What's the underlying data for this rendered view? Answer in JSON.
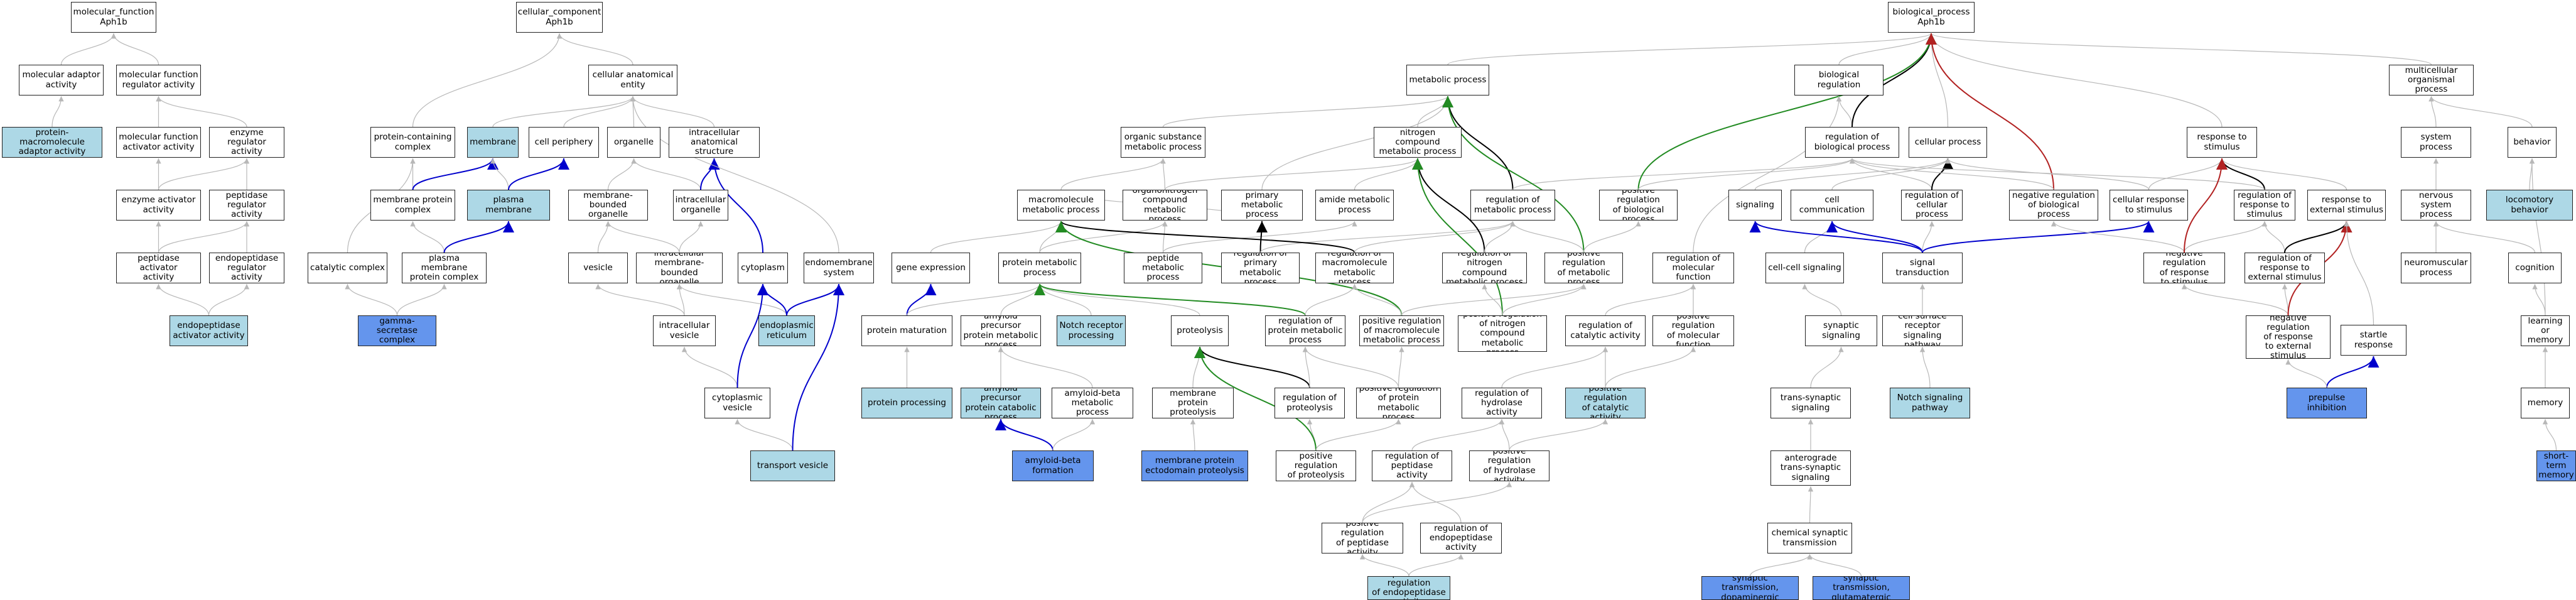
{
  "colors": {
    "light": "#add8e6",
    "dark": "#6495ed",
    "edge": "#b8b8b8",
    "black": "#000000",
    "blue": "#0000cc",
    "green": "#228b22",
    "red": "#b22222"
  },
  "nodes": {
    "mf": {
      "label": "molecular_function\nAph1b",
      "fill": "white"
    },
    "mad": {
      "label": "molecular adaptor\nactivity",
      "fill": "white"
    },
    "mfra": {
      "label": "molecular function\nregulator activity",
      "fill": "white"
    },
    "pmaa": {
      "label": "protein-macromolecule\nadaptor activity",
      "fill": "light"
    },
    "mfaa": {
      "label": "molecular function\nactivator activity",
      "fill": "white"
    },
    "era": {
      "label": "enzyme regulator\nactivity",
      "fill": "white"
    },
    "eaa": {
      "label": "enzyme activator\nactivity",
      "fill": "white"
    },
    "pra": {
      "label": "peptidase regulator\nactivity",
      "fill": "white"
    },
    "paa": {
      "label": "peptidase activator\nactivity",
      "fill": "white"
    },
    "epra": {
      "label": "endopeptidase\nregulator activity",
      "fill": "white"
    },
    "epaa": {
      "label": "endopeptidase\nactivator activity",
      "fill": "light"
    },
    "cc": {
      "label": "cellular_component\nAph1b",
      "fill": "white"
    },
    "cae": {
      "label": "cellular anatomical\nentity",
      "fill": "white"
    },
    "pcc": {
      "label": "protein-containing\ncomplex",
      "fill": "white"
    },
    "mem": {
      "label": "membrane",
      "fill": "light"
    },
    "cper": {
      "label": "cell periphery",
      "fill": "white"
    },
    "org": {
      "label": "organelle",
      "fill": "white"
    },
    "ias": {
      "label": "intracellular\nanatomical structure",
      "fill": "white"
    },
    "mpc": {
      "label": "membrane protein\ncomplex",
      "fill": "white"
    },
    "pm": {
      "label": "plasma membrane",
      "fill": "light"
    },
    "mbo": {
      "label": "membrane-bounded\norganelle",
      "fill": "white"
    },
    "io": {
      "label": "intracellular\norganelle",
      "fill": "white"
    },
    "catc": {
      "label": "catalytic complex",
      "fill": "white"
    },
    "pmpc": {
      "label": "plasma membrane\nprotein complex",
      "fill": "white"
    },
    "ves": {
      "label": "vesicle",
      "fill": "white"
    },
    "imbo": {
      "label": "intracellular\nmembrane-bounded\norganelle",
      "fill": "white"
    },
    "cyto": {
      "label": "cytoplasm",
      "fill": "white"
    },
    "endo": {
      "label": "endomembrane\nsystem",
      "fill": "white"
    },
    "gsc": {
      "label": "gamma-secretase\ncomplex",
      "fill": "dark"
    },
    "iv": {
      "label": "intracellular\nvesicle",
      "fill": "white"
    },
    "er": {
      "label": "endoplasmic\nreticulum",
      "fill": "light"
    },
    "cv": {
      "label": "cytoplasmic\nvesicle",
      "fill": "white"
    },
    "tv": {
      "label": "transport vesicle",
      "fill": "light"
    },
    "bp": {
      "label": "biological_process\nAph1b",
      "fill": "white"
    },
    "metp": {
      "label": "metabolic process",
      "fill": "white"
    },
    "breg": {
      "label": "biological regulation",
      "fill": "white"
    },
    "mop": {
      "label": "multicellular\norganismal process",
      "fill": "white"
    },
    "osmp": {
      "label": "organic substance\nmetabolic process",
      "fill": "white"
    },
    "ncmp": {
      "label": "nitrogen compound\nmetabolic process",
      "fill": "white"
    },
    "robp": {
      "label": "regulation of\nbiological process",
      "fill": "white"
    },
    "cp": {
      "label": "cellular process",
      "fill": "white"
    },
    "rts": {
      "label": "response to\nstimulus",
      "fill": "white"
    },
    "sysp": {
      "label": "system process",
      "fill": "white"
    },
    "beh": {
      "label": "behavior",
      "fill": "white"
    },
    "mmp": {
      "label": "macromolecule\nmetabolic process",
      "fill": "white"
    },
    "oncmp": {
      "label": "organonitrogen\ncompound metabolic\nprocess",
      "fill": "white"
    },
    "pmetp": {
      "label": "primary metabolic\nprocess",
      "fill": "white"
    },
    "amp": {
      "label": "amide metabolic\nprocess",
      "fill": "white"
    },
    "romp": {
      "label": "regulation of\nmetabolic process",
      "fill": "white"
    },
    "prbp": {
      "label": "positive regulation\nof biological\nprocess",
      "fill": "white"
    },
    "sig": {
      "label": "signaling",
      "fill": "white"
    },
    "ccom": {
      "label": "cell communication",
      "fill": "white"
    },
    "rocp": {
      "label": "regulation of\ncellular process",
      "fill": "white"
    },
    "nrbp": {
      "label": "negative regulation\nof biological\nprocess",
      "fill": "white"
    },
    "crts": {
      "label": "cellular response\nto stimulus",
      "fill": "white"
    },
    "rrts": {
      "label": "regulation of\nresponse to\nstimulus",
      "fill": "white"
    },
    "rtes": {
      "label": "response to\nexternal stimulus",
      "fill": "white"
    },
    "nsp": {
      "label": "nervous system\nprocess",
      "fill": "white"
    },
    "locb": {
      "label": "locomotory behavior",
      "fill": "light"
    },
    "ge": {
      "label": "gene expression",
      "fill": "white"
    },
    "protmp": {
      "label": "protein metabolic\nprocess",
      "fill": "white"
    },
    "pepmp": {
      "label": "peptide metabolic\nprocess",
      "fill": "white"
    },
    "ropmp": {
      "label": "regulation of\nprimary metabolic\nprocess",
      "fill": "white"
    },
    "romacmp": {
      "label": "regulation of\nmacromolecule\nmetabolic process",
      "fill": "white"
    },
    "roncmp": {
      "label": "regulation of\nnitrogen compound\nmetabolic process",
      "fill": "white"
    },
    "prmp": {
      "label": "positive regulation\nof metabolic\nprocess",
      "fill": "white"
    },
    "romf": {
      "label": "regulation of\nmolecular function",
      "fill": "white"
    },
    "ccs": {
      "label": "cell-cell signaling",
      "fill": "white"
    },
    "st": {
      "label": "signal transduction",
      "fill": "white"
    },
    "nrrts": {
      "label": "negative regulation\nof response\nto stimulus",
      "fill": "white"
    },
    "rrtes": {
      "label": "regulation of\nresponse to\nexternal stimulus",
      "fill": "white"
    },
    "nmp": {
      "label": "neuromuscular\nprocess",
      "fill": "white"
    },
    "cog": {
      "label": "cognition",
      "fill": "white"
    },
    "pmat": {
      "label": "protein maturation",
      "fill": "white"
    },
    "appcp": {
      "label": "amyloid precursor\nprotein metabolic\nprocess",
      "fill": "white"
    },
    "nrp": {
      "label": "Notch receptor\nprocessing",
      "fill": "light"
    },
    "prot": {
      "label": "proteolysis",
      "fill": "white"
    },
    "ropmp2": {
      "label": "regulation of\nprotein metabolic\nprocess",
      "fill": "white"
    },
    "prmacmp": {
      "label": "positive regulation\nof macromolecule\nmetabolic process",
      "fill": "white"
    },
    "prncmp": {
      "label": "positive regulation\nof nitrogen\ncompound metabolic\nprocess",
      "fill": "white"
    },
    "prmf": {
      "label": "positive regulation\nof molecular\nfunction",
      "fill": "white"
    },
    "ss": {
      "label": "synaptic signaling",
      "fill": "white"
    },
    "csrsp": {
      "label": "cell surface\nreceptor signaling\npathway",
      "fill": "white"
    },
    "nrrtes": {
      "label": "negative regulation\nof response\nto external\nstimulus",
      "fill": "white"
    },
    "sr": {
      "label": "startle response",
      "fill": "white"
    },
    "lom": {
      "label": "learning or\nmemory",
      "fill": "white"
    },
    "pp": {
      "label": "protein processing",
      "fill": "light"
    },
    "appccp": {
      "label": "amyloid precursor\nprotein catabolic\nprocess",
      "fill": "light"
    },
    "abmp": {
      "label": "amyloid-beta\nmetabolic process",
      "fill": "white"
    },
    "mpp": {
      "label": "membrane protein\nproteolysis",
      "fill": "white"
    },
    "rop": {
      "label": "regulation of\nproteolysis",
      "fill": "white"
    },
    "prpmp": {
      "label": "positive regulation\nof protein metabolic\nprocess",
      "fill": "white"
    },
    "rohda": {
      "label": "regulation of\nhydrolase activity",
      "fill": "white"
    },
    "rocata": {
      "label": "regulation of\ncatalytic activity",
      "fill": "white"
    },
    "prca": {
      "label": "positive regulation\nof catalytic\nactivity",
      "fill": "light"
    },
    "tss": {
      "label": "trans-synaptic\nsignaling",
      "fill": "white"
    },
    "nsp2": {
      "label": "Notch signaling\npathway",
      "fill": "light"
    },
    "ppi": {
      "label": "prepulse inhibition",
      "fill": "dark"
    },
    "memo": {
      "label": "memory",
      "fill": "white"
    },
    "abf": {
      "label": "amyloid-beta\nformation",
      "fill": "dark"
    },
    "mpep": {
      "label": "membrane protein\nectodomain proteolysis",
      "fill": "dark"
    },
    "prprot": {
      "label": "positive regulation\nof proteolysis",
      "fill": "white"
    },
    "ropa": {
      "label": "regulation of\npeptidase activity",
      "fill": "white"
    },
    "prha": {
      "label": "positive regulation\nof hydrolase\nactivity",
      "fill": "white"
    },
    "atss": {
      "label": "anterograde\ntrans-synaptic\nsignaling",
      "fill": "white"
    },
    "stm": {
      "label": "short-term memory",
      "fill": "dark"
    },
    "prpa": {
      "label": "positive regulation\nof peptidase\nactivity",
      "fill": "white"
    },
    "roea": {
      "label": "regulation of\nendopeptidase\nactivity",
      "fill": "white"
    },
    "chst": {
      "label": "chemical synaptic\ntransmission",
      "fill": "white"
    },
    "prea": {
      "label": "positive regulation\nof endopeptidase\nactivity",
      "fill": "light"
    },
    "stdop": {
      "label": "synaptic transmission,\ndopaminergic",
      "fill": "dark"
    },
    "stglu": {
      "label": "synaptic transmission,\nglutamatergic",
      "fill": "dark"
    }
  },
  "edges": [
    [
      "mad",
      "mf",
      "g"
    ],
    [
      "mfra",
      "mf",
      "g"
    ],
    [
      "pmaa",
      "mad",
      "g"
    ],
    [
      "mfaa",
      "mfra",
      "g"
    ],
    [
      "era",
      "mfra",
      "g"
    ],
    [
      "eaa",
      "mfaa",
      "g"
    ],
    [
      "eaa",
      "era",
      "g"
    ],
    [
      "pra",
      "era",
      "g"
    ],
    [
      "paa",
      "eaa",
      "g"
    ],
    [
      "paa",
      "pra",
      "g"
    ],
    [
      "epra",
      "pra",
      "g"
    ],
    [
      "epaa",
      "paa",
      "g"
    ],
    [
      "epaa",
      "epra",
      "g"
    ],
    [
      "cae",
      "cc",
      "g"
    ],
    [
      "pcc",
      "cc",
      "g"
    ],
    [
      "mem",
      "cae",
      "g"
    ],
    [
      "cper",
      "cae",
      "g"
    ],
    [
      "org",
      "cae",
      "g"
    ],
    [
      "ias",
      "cae",
      "g"
    ],
    [
      "mpc",
      "pcc",
      "g"
    ],
    [
      "mpc",
      "mem",
      "b"
    ],
    [
      "pm",
      "mem",
      "g"
    ],
    [
      "pm",
      "cper",
      "b"
    ],
    [
      "mbo",
      "org",
      "g"
    ],
    [
      "io",
      "org",
      "g"
    ],
    [
      "io",
      "ias",
      "b"
    ],
    [
      "catc",
      "pcc",
      "g"
    ],
    [
      "pmpc",
      "mpc",
      "g"
    ],
    [
      "pmpc",
      "pm",
      "b"
    ],
    [
      "ves",
      "mbo",
      "g"
    ],
    [
      "imbo",
      "mbo",
      "g"
    ],
    [
      "imbo",
      "io",
      "g"
    ],
    [
      "cyto",
      "ias",
      "b"
    ],
    [
      "endo",
      "cae",
      "g"
    ],
    [
      "gsc",
      "catc",
      "g"
    ],
    [
      "gsc",
      "pmpc",
      "g"
    ],
    [
      "iv",
      "ves",
      "g"
    ],
    [
      "iv",
      "imbo",
      "g"
    ],
    [
      "er",
      "imbo",
      "g"
    ],
    [
      "er",
      "cyto",
      "b"
    ],
    [
      "er",
      "endo",
      "b"
    ],
    [
      "cv",
      "iv",
      "g"
    ],
    [
      "cv",
      "cyto",
      "b"
    ],
    [
      "tv",
      "cv",
      "g"
    ],
    [
      "tv",
      "endo",
      "b"
    ],
    [
      "metp",
      "bp",
      "g"
    ],
    [
      "breg",
      "bp",
      "g"
    ],
    [
      "mop",
      "bp",
      "g"
    ],
    [
      "osmp",
      "metp",
      "g"
    ],
    [
      "ncmp",
      "metp",
      "g"
    ],
    [
      "robp",
      "breg",
      "g"
    ],
    [
      "robp",
      "bp",
      "k"
    ],
    [
      "cp",
      "bp",
      "g"
    ],
    [
      "rts",
      "bp",
      "g"
    ],
    [
      "sysp",
      "mop",
      "g"
    ],
    [
      "beh",
      "mop",
      "g"
    ],
    [
      "mmp",
      "osmp",
      "g"
    ],
    [
      "mmp",
      "pmetp",
      "g"
    ],
    [
      "oncmp",
      "osmp",
      "g"
    ],
    [
      "oncmp",
      "ncmp",
      "g"
    ],
    [
      "pmetp",
      "metp",
      "g"
    ],
    [
      "amp",
      "ncmp",
      "g"
    ],
    [
      "romp",
      "metp",
      "k"
    ],
    [
      "romp",
      "robp",
      "g"
    ],
    [
      "prbp",
      "bp",
      "n"
    ],
    [
      "prbp",
      "robp",
      "g"
    ],
    [
      "sig",
      "cp",
      "g"
    ],
    [
      "ccom",
      "cp",
      "g"
    ],
    [
      "rocp",
      "robp",
      "g"
    ],
    [
      "rocp",
      "cp",
      "k"
    ],
    [
      "nrbp",
      "bp",
      "r"
    ],
    [
      "nrbp",
      "robp",
      "g"
    ],
    [
      "crts",
      "rts",
      "g"
    ],
    [
      "crts",
      "cp",
      "g"
    ],
    [
      "rrts",
      "rts",
      "k"
    ],
    [
      "rrts",
      "robp",
      "g"
    ],
    [
      "rtes",
      "rts",
      "g"
    ],
    [
      "nsp",
      "sysp",
      "g"
    ],
    [
      "locb",
      "beh",
      "g"
    ],
    [
      "ge",
      "mmp",
      "g"
    ],
    [
      "protmp",
      "mmp",
      "g"
    ],
    [
      "protmp",
      "oncmp",
      "g"
    ],
    [
      "pepmp",
      "amp",
      "g"
    ],
    [
      "pepmp",
      "oncmp",
      "g"
    ],
    [
      "ropmp",
      "pmetp",
      "k"
    ],
    [
      "ropmp",
      "romp",
      "g"
    ],
    [
      "romacmp",
      "mmp",
      "k"
    ],
    [
      "romacmp",
      "romp",
      "g"
    ],
    [
      "roncmp",
      "ncmp",
      "k"
    ],
    [
      "roncmp",
      "romp",
      "g"
    ],
    [
      "prmp",
      "metp",
      "n"
    ],
    [
      "prmp",
      "prbp",
      "g"
    ],
    [
      "prmp",
      "romp",
      "g"
    ],
    [
      "romf",
      "breg",
      "g"
    ],
    [
      "ccs",
      "ccom",
      "g"
    ],
    [
      "st",
      "sig",
      "b"
    ],
    [
      "st",
      "ccom",
      "b"
    ],
    [
      "st",
      "rocp",
      "g"
    ],
    [
      "st",
      "crts",
      "b"
    ],
    [
      "nrrts",
      "rrts",
      "g"
    ],
    [
      "nrrts",
      "nrbp",
      "g"
    ],
    [
      "nrrts",
      "rts",
      "r"
    ],
    [
      "rrtes",
      "rrts",
      "g"
    ],
    [
      "rrtes",
      "rtes",
      "k"
    ],
    [
      "nmp",
      "nsp",
      "g"
    ],
    [
      "cog",
      "nsp",
      "g"
    ],
    [
      "pmat",
      "ge",
      "b"
    ],
    [
      "pmat",
      "protmp",
      "g"
    ],
    [
      "appcp",
      "protmp",
      "g"
    ],
    [
      "nrp",
      "protmp",
      "g"
    ],
    [
      "prot",
      "protmp",
      "g"
    ],
    [
      "ropmp2",
      "protmp",
      "n"
    ],
    [
      "ropmp2",
      "romacmp",
      "g"
    ],
    [
      "prmacmp",
      "mmp",
      "n"
    ],
    [
      "prmacmp",
      "prmp",
      "g"
    ],
    [
      "prmacmp",
      "romacmp",
      "g"
    ],
    [
      "prncmp",
      "ncmp",
      "n"
    ],
    [
      "prncmp",
      "prmp",
      "g"
    ],
    [
      "prncmp",
      "roncmp",
      "g"
    ],
    [
      "prmf",
      "romf",
      "g"
    ],
    [
      "ss",
      "ccs",
      "g"
    ],
    [
      "csrsp",
      "st",
      "g"
    ],
    [
      "nrrtes",
      "nrrts",
      "g"
    ],
    [
      "nrrtes",
      "rrtes",
      "g"
    ],
    [
      "nrrtes",
      "rtes",
      "r"
    ],
    [
      "sr",
      "rtes",
      "g"
    ],
    [
      "lom",
      "cog",
      "g"
    ],
    [
      "lom",
      "beh",
      "g"
    ],
    [
      "pp",
      "pmat",
      "g"
    ],
    [
      "appccp",
      "appcp",
      "g"
    ],
    [
      "abmp",
      "appcp",
      "g"
    ],
    [
      "mpp",
      "prot",
      "g"
    ],
    [
      "rop",
      "prot",
      "k"
    ],
    [
      "rop",
      "ropmp2",
      "g"
    ],
    [
      "prpmp",
      "ropmp2",
      "g"
    ],
    [
      "prpmp",
      "prmacmp",
      "g"
    ],
    [
      "rohda",
      "rocata",
      "g"
    ],
    [
      "rocata",
      "romf",
      "g"
    ],
    [
      "prca",
      "rocata",
      "g"
    ],
    [
      "prca",
      "prmf",
      "g"
    ],
    [
      "tss",
      "ss",
      "g"
    ],
    [
      "nsp2",
      "csrsp",
      "g"
    ],
    [
      "ppi",
      "sr",
      "b"
    ],
    [
      "ppi",
      "nrrtes",
      "g"
    ],
    [
      "memo",
      "lom",
      "g"
    ],
    [
      "abf",
      "appccp",
      "b"
    ],
    [
      "abf",
      "abmp",
      "g"
    ],
    [
      "mpep",
      "mpp",
      "g"
    ],
    [
      "prprot",
      "rop",
      "g"
    ],
    [
      "prprot",
      "prot",
      "n"
    ],
    [
      "prprot",
      "prpmp",
      "g"
    ],
    [
      "ropa",
      "rohda",
      "g"
    ],
    [
      "prha",
      "rohda",
      "g"
    ],
    [
      "prha",
      "prca",
      "g"
    ],
    [
      "atss",
      "tss",
      "g"
    ],
    [
      "stm",
      "memo",
      "g"
    ],
    [
      "prpa",
      "ropa",
      "g"
    ],
    [
      "prpa",
      "prha",
      "g"
    ],
    [
      "roea",
      "ropa",
      "g"
    ],
    [
      "chst",
      "atss",
      "g"
    ],
    [
      "prea",
      "prpa",
      "g"
    ],
    [
      "prea",
      "roea",
      "g"
    ],
    [
      "stdop",
      "chst",
      "g"
    ],
    [
      "stglu",
      "chst",
      "g"
    ]
  ]
}
